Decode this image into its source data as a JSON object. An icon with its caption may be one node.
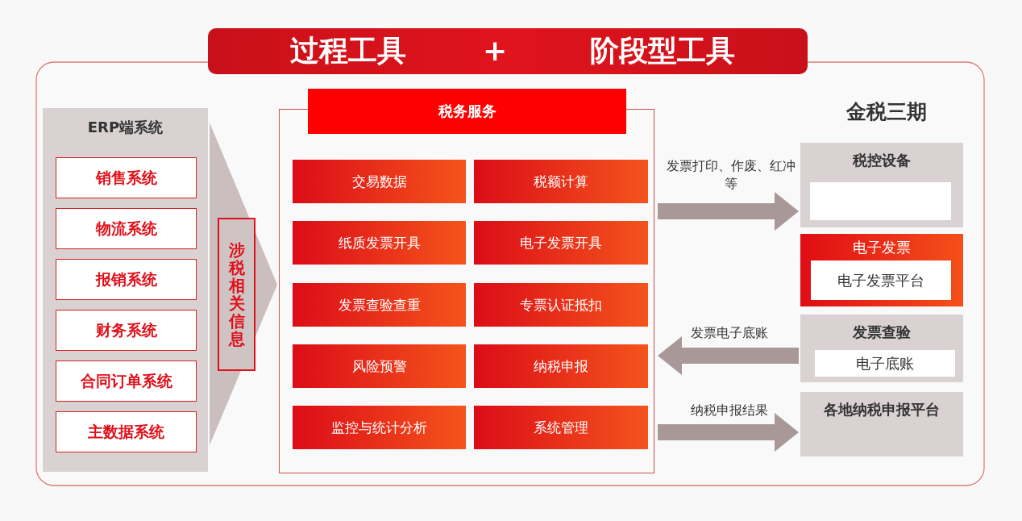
{
  "diagram": {
    "nodes": [
      {
        "text": [
          "过程工具",
          "+",
          "阶段型工具"
        ]
      },
      {
        "text": [
          "ERP端系统"
        ]
      },
      {
        "text": [
          "销售系统"
        ],
        "in": 1
      },
      {
        "text": [
          "物流系统"
        ],
        "in": 1
      },
      {
        "text": [
          "报销系统"
        ],
        "in": 1
      },
      {
        "text": [
          "财务系统"
        ],
        "in": 1
      },
      {
        "text": [
          "合同订单系统"
        ],
        "in": 1
      },
      {
        "text": [
          "主数据系统"
        ],
        "in": 1
      },
      {
        "text": [
          "税务服务"
        ]
      },
      {
        "text": [
          "交易数据"
        ],
        "in": 8
      },
      {
        "text": [
          "税额计算"
        ],
        "in": 8
      },
      {
        "text": [
          "纸质发票开具"
        ],
        "in": 8
      },
      {
        "text": [
          "电子发票开具"
        ],
        "in": 8
      },
      {
        "text": [
          "发票查验查重"
        ],
        "in": 8
      },
      {
        "text": [
          "专票认证抵扣"
        ],
        "in": 8
      },
      {
        "text": [
          "风险预警"
        ],
        "in": 8
      },
      {
        "text": [
          "纳税申报"
        ],
        "in": 8
      },
      {
        "text": [
          "监控与统计分析"
        ],
        "in": 8
      },
      {
        "text": [
          "系统管理"
        ],
        "in": 8
      },
      {
        "text": [
          "税控设备"
        ]
      },
      {
        "text": [],
        "shape": "box",
        "in": 19
      },
      {
        "text": [
          "电子发票"
        ]
      },
      {
        "text": [
          "电子发票平台"
        ],
        "in": 21
      },
      {
        "text": [
          "发票查验"
        ]
      },
      {
        "text": [
          "电子底账"
        ],
        "in": 23
      },
      {
        "text": [
          "各地纳税申报平台"
        ]
      }
    ],
    "edges": [
      {
        "from": 1,
        "to": 8,
        "arrow": "to",
        "label": "涉税相关信息"
      },
      {
        "from": 8,
        "to": 19,
        "arrow": "to",
        "label": "发票打印、作废、红冲等",
        "style": "thick"
      },
      {
        "from": 23,
        "to": 8,
        "arrow": "to",
        "label": "发票电子底账",
        "style": "thick"
      },
      {
        "from": 8,
        "to": 25,
        "arrow": "to",
        "label": "纳税申报结果",
        "style": "thick"
      }
    ],
    "labels": [
      "金税三期"
    ]
  }
}
